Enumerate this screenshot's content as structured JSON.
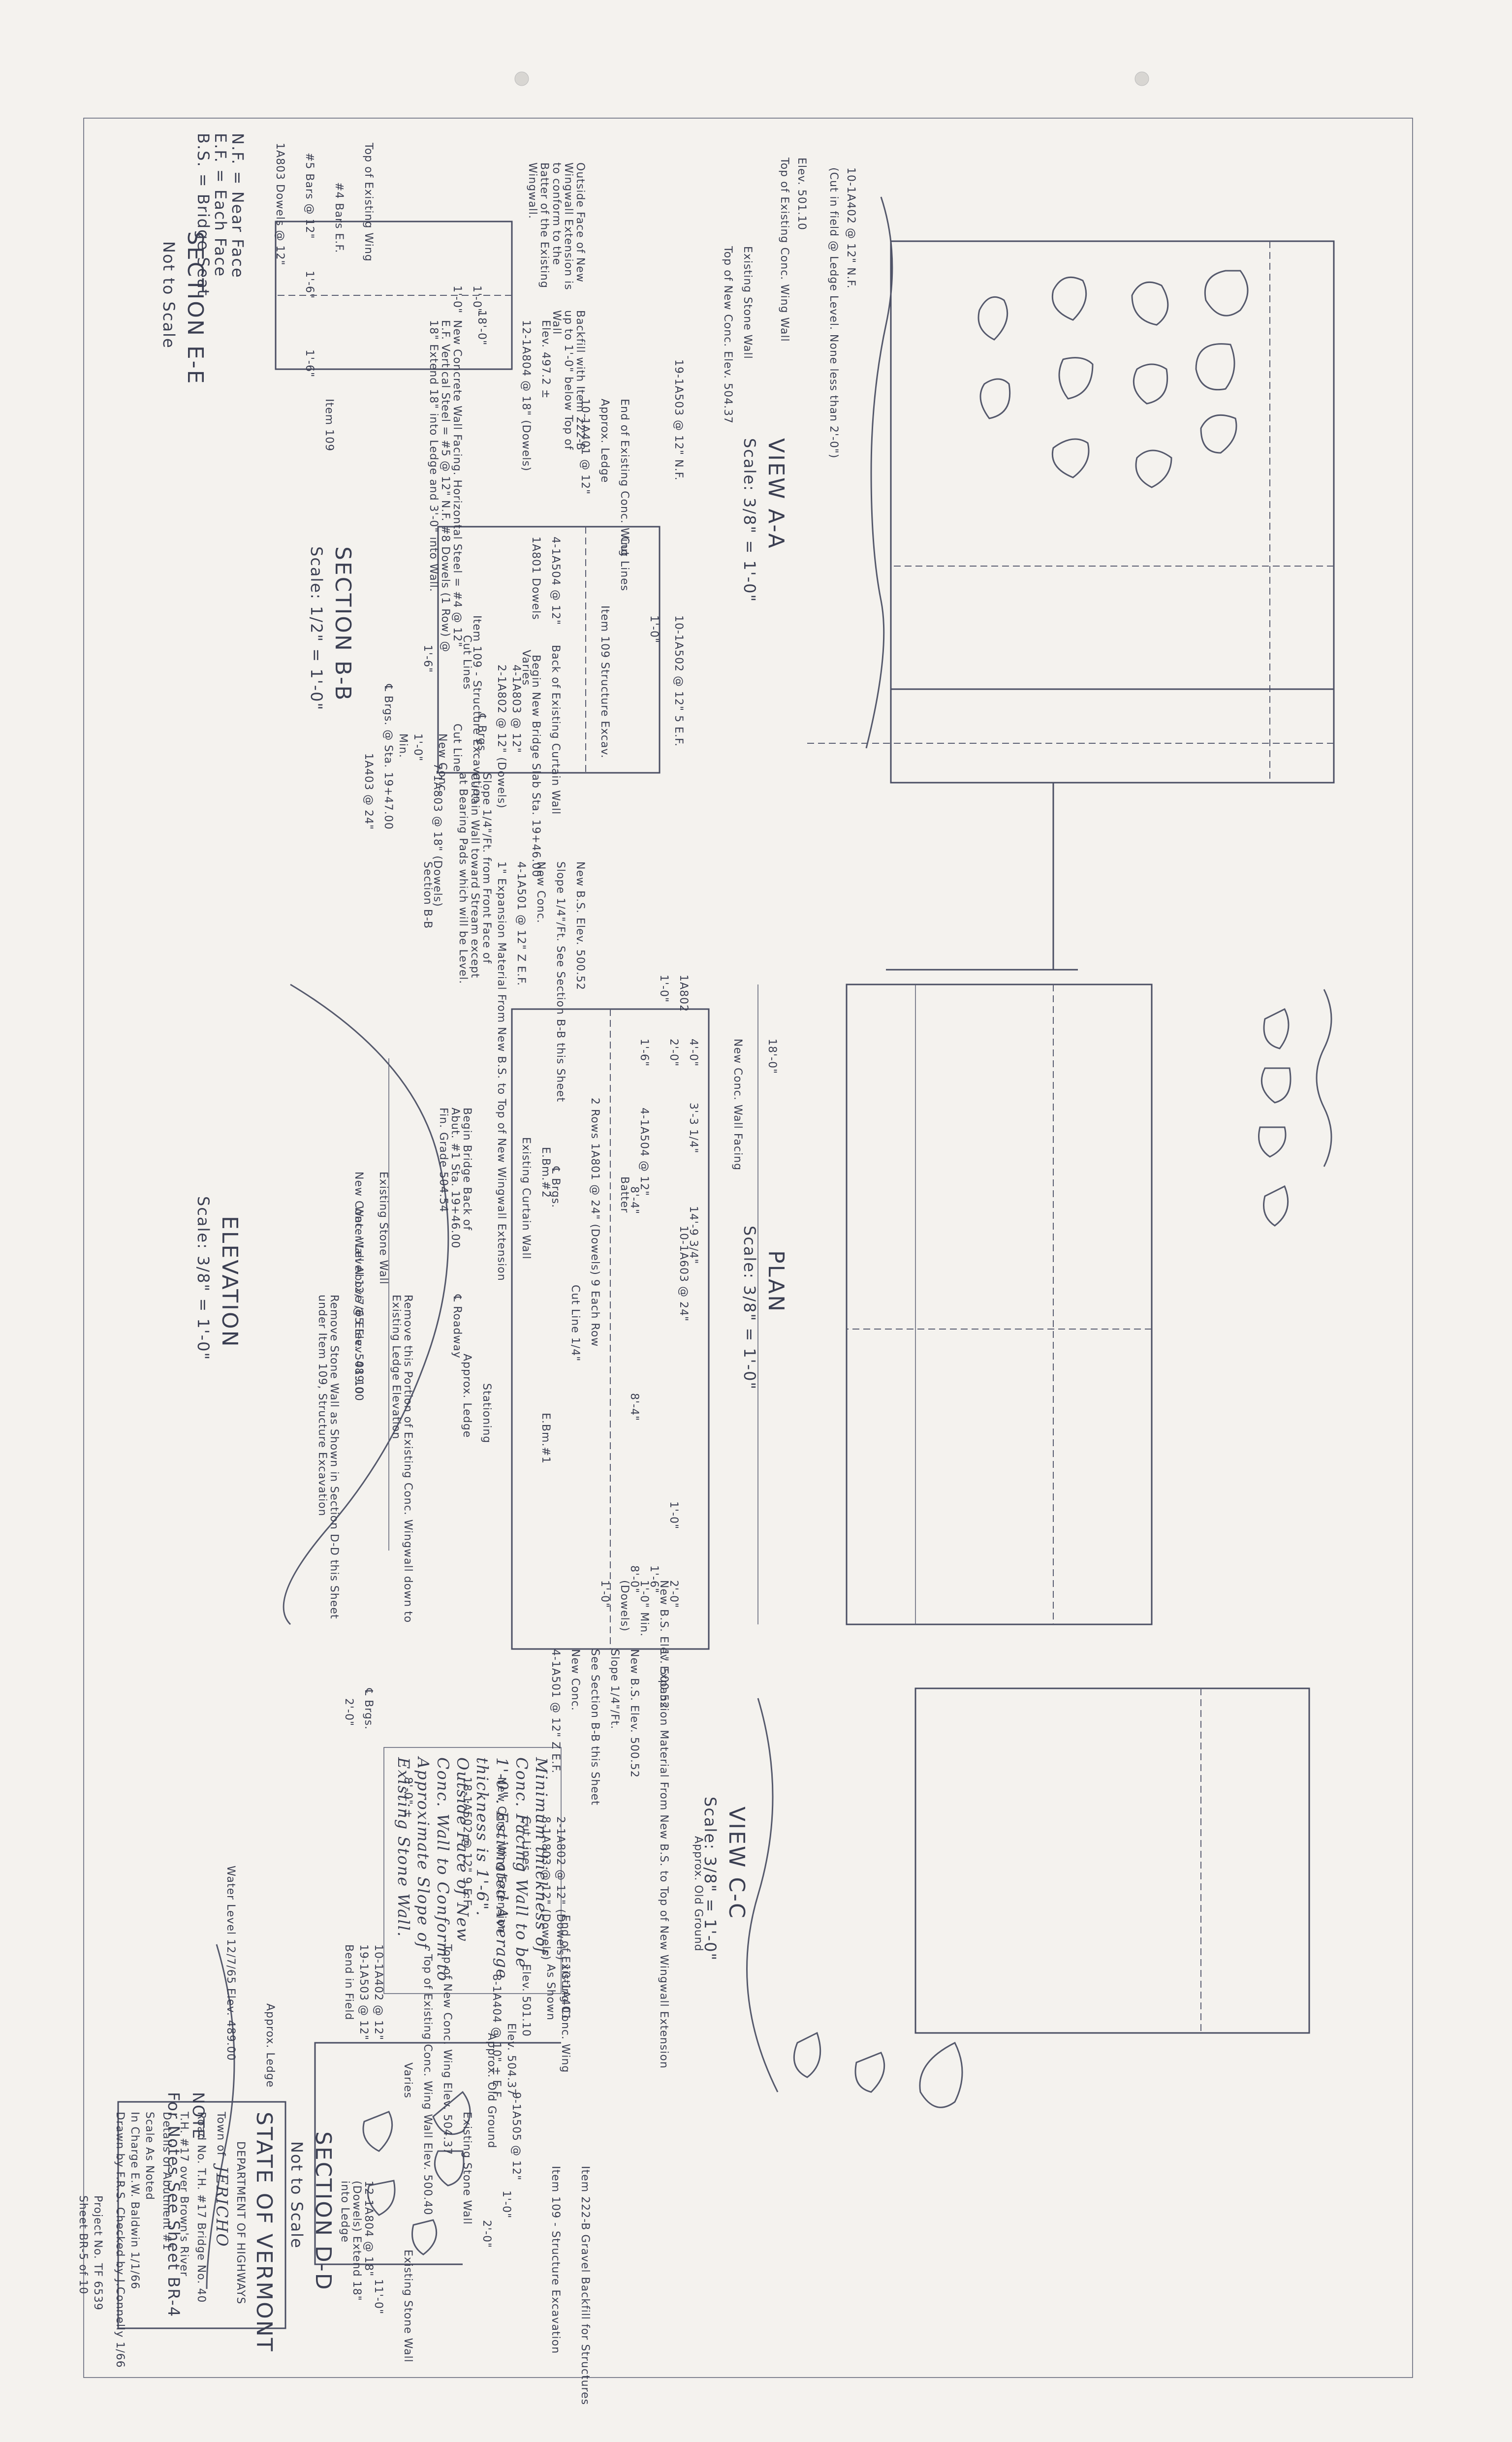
{
  "notes_abbrev": [
    "N.F. = Near Face",
    "E.F. = Each Face",
    "B.S. = Bridge Seat"
  ],
  "note": {
    "title": "NOTE",
    "text": "For Notes See Sheet BR-4"
  },
  "views": {
    "view_aa": {
      "title": "VIEW A-A",
      "scale": "Scale: 3/8\" = 1'-0\""
    },
    "plan": {
      "title": "PLAN",
      "scale": "Scale: 3/8\" = 1'-0\""
    },
    "view_cc": {
      "title": "VIEW C-C",
      "scale": "Scale: 3/8\" = 1'-0\""
    },
    "elevation": {
      "title": "ELEVATION",
      "scale": "Scale: 3/8\" = 1'-0\""
    },
    "section_bb": {
      "title": "SECTION B-B",
      "scale": "Scale: 1/2\" = 1'-0\""
    },
    "section_ee": {
      "title": "SECTION E-E",
      "scale": "Not to Scale"
    },
    "section_dd": {
      "title": "SECTION D-D",
      "scale": "Not to Scale"
    }
  },
  "view_aa_labels": {
    "rebar_top": "10-1A402 @ 12\" N.F.",
    "cut_note": "(Cut in field @ Ledge Level. None less than 2'-0\")",
    "elev_top": "Elev. 501.10",
    "top_existing_wing": "Top of Existing Conc. Wing Wall",
    "existing_stone_wall": "Existing Stone Wall",
    "top_new_wall": "Top of New Conc. Elev. 504.37",
    "rebar_ia503": "19-1A503 @ 12\" N.F.",
    "rebar_ia502": "10-1A502 @ 12\" 5 E.F.",
    "end_existing_wing": "End of Existing Conc. Wing",
    "approx_ledge": "Approx. Ledge",
    "rebar_ia401": "10-1A401 @ 12\"",
    "item_109": "Item 109 Structure Excav.",
    "back_curtain_wall": "Back of Existing Curtain Wall",
    "begin_slab": "Begin New Bridge Slab Sta. 19+46.00",
    "cl_brgs": "℄ Brgs.",
    "rebar_ia803": "4-1A803 @ 12\"",
    "rebar_ia802": "2-1A802 @ 12\" (Dowels)",
    "cut_lines": "Cut Lines",
    "cut_line": "Cut Line",
    "rebar_7ia803": "7-1A803 @ 18\" (Dowels)",
    "elev_4972": "Elev. 497.2 ±",
    "rebar_12ia804": "12-1A804 @ 18\" (Dowels)",
    "dim_18": "18'-0\"",
    "dim_1_6": "1'-6\"",
    "facing_note": "New Concrete Wall Facing. Horizontal Steel = #4 @ 12\" E.F. Vertical Steel = #5 @ 12\" N.F. #8 Dowels (1 Row) @ 18\" Extend 18\" into Ledge and 3'-0\" into Wall.",
    "sec_b": "Section B-B",
    "new_bs_elev": "New B.S. Elev. 500.52",
    "slope_note": "Slope 1/4\"/Ft. See Section B-B this Sheet",
    "new_conc": "New Conc.",
    "rebar_ia501": "4-1A501 @ 12\" Z E.F.",
    "expansion_note": "1\" Expansion Material From New B.S. to Top of New Wingwall Extension"
  },
  "plan_labels": {
    "dim_18": "18'-0\"",
    "new_conc_facing": "New Conc. Wall Facing",
    "dim_14_9": "14'-9 3/4\"",
    "dim_3_3": "3'-3 1/4\"",
    "dim_4_0": "4'-0\"",
    "dim_2_0": "2'-0\"",
    "dim_2_0b": "2'-0\"",
    "dim_1_0": "1'-0\"",
    "existing_stone_wall": "Existing Stone Wall",
    "new_conc_wall": "New Conc. Wall Above @ Elev. 501.10",
    "remove_stone": "Remove Stone Wall as Shown in Section D-D this Sheet under Item 109, Structure Excavation",
    "remove_wing": "Remove this Portion of Existing Conc. Wingwall down to Existing Ledge Elevation",
    "begin_bridge": "Begin Bridge Back of Abut. #1 Sta. 19+46.00 Fin. Grade 504.54",
    "existing_curtain": "Existing Curtain Wall",
    "cl_roadway": "℄ Roadway",
    "stationing": "Stationing",
    "batter": "Batter",
    "cl_brgs": "℄ Brgs.",
    "ebm1": "E.Bm.#2",
    "ebm2": "E.Bm.#1",
    "dim_8_4": "8'-4\"",
    "dim_8_4b": "8'-4\"",
    "dim_8_0": "8'-0\"",
    "dim_1_6": "1'-6\""
  },
  "view_cc_labels": {
    "cl_brgs": "℄ Brgs.",
    "dim_2_0": "2'-0\"",
    "dim_8_0": "8'-0\" ±",
    "rebar_ia502": "18-1A502 @ 12\" 9 E.F.",
    "new_conc_wing": "New Conc. Wing Extension",
    "top_new_wing": "Top of New Conc. Wing Elev. 504.37",
    "rebar_8ia404": "8-1A404 @ 10\" ± E.F.",
    "top_existing": "Top of Existing Conc. Wing Wall Elev. 500.40",
    "end_existing": "End of Existing Conc. Wing",
    "existing_stone": "Existing Stone Wall",
    "rebar_9ia505": "9-1A505 @ 12\"",
    "item_109": "Item 109 - Structure Excavation",
    "item_222": "Item 222-B Gravel Backfill for Structures",
    "new_bs": "New B.S. Elev. 500.52",
    "slope": "Slope 1/4\"/Ft.",
    "see_section": "See Section B-B this Sheet",
    "new_conc": "New Conc.",
    "rebar_ia501": "4-1A501 @ 12\" Z E.F.",
    "expansion": "1\" Expansion Material From New B.S. to Top of New Wingwall Extension",
    "cut_lines": "Cut Lines",
    "rebar_8ia803": "8-1A803 @ 12\" (Dowels)",
    "rebar_2ia802": "2-1A802 @ 12\" (Dowels)",
    "approx_ground": "Approx. Old Ground"
  },
  "elevation_labels": {
    "rebar_ia802": "1A802",
    "dim_1_0": "1'-0\"",
    "dim_1_6": "1'-6\"",
    "rebar_ia504": "4-1A504 @ 12\"",
    "rebar_ia603": "10-1A603 @ 24\"",
    "rows": "2 Rows 1A801 @ 24\" (Dowels) 9 Each Row",
    "cut_line": "Cut Line 1/4\"",
    "approx_ledge": "Approx. Ledge",
    "water_level": "Water Level 12/7/65 Elev. 489.00",
    "new_bs": "New B.S. Elev. 500.52",
    "min": "1'-0\" Min.",
    "dowels": "(Dowels)",
    "dim_1_0b": "1'-0\""
  },
  "section_bb_labels": {
    "item_109": "Item 109 - Structure Excavation",
    "varies": "Varies",
    "cut_lines": "Cut Lines",
    "rebar_ia504": "4-1A504 @ 12\"",
    "dowels": "1A801 Dowels",
    "cl_brgs": "℄ Brgs. @ Sta. 19+47.00",
    "rebar_ia403": "1A403 @ 24\"",
    "new_conc": "New Conc.",
    "slope_note": "Slope 1/4\"/Ft. from Front Face of Curtain Wall toward Stream except at Bearing Pads which will be Level.",
    "dim_1_0": "1'-0\"",
    "dim_1_0b": "1'-0\"",
    "min": "Min."
  },
  "section_ee_labels": {
    "top_existing_wing": "Top of Existing Wing",
    "rebar_4": "#4 Bars E.F.",
    "rebar_5": "#5 Bars @ 12\"",
    "dim_1_6a": "1'-6\"",
    "dim_1_6b": "1'-6\"",
    "dowels": "1A803 Dowels @ 12\"",
    "item_109": "Item 109",
    "dim_1_0a": "1'-0\"",
    "dim_1_0b": "1'-0\"",
    "outside_face": "Outside Face of New Wingwall Extension is to conform to the Batter of the Existing Wingwall.",
    "backfill": "Backfill with Item 222-B up to 1'-0\" below Top of Wall"
  },
  "section_dd_labels": {
    "rebar_ia401": "10-1A401",
    "as_shown": "As Shown",
    "elev_50110": "Elev. 501.10",
    "elev_50437": "Elev. 504.37",
    "approx_ground": "Approx. Old Ground",
    "dim_1_0": "1'-0\"",
    "dim_2_0": "2'-0\"",
    "varies": "Varies",
    "rebar_ia402": "10-1A402 @ 12\"",
    "rebar_ia503": "19-1A503 @ 12\"",
    "bend": "Bend in Field",
    "rebar_ia804": "12-1A804 @ 18\" (Dowels) Extend 18\" into Ledge",
    "dim_11_0": "11'-0\"",
    "existing_stone": "Existing Stone Wall",
    "approx_ledge": "Approx. Ledge",
    "water_level": "Water Level 12/7/65 Elev. 489.00"
  },
  "note_box": "Minimum thickness of Conc. Facing Wall to be 1'-0\". Estimated Average thickness is 1'-6\". Outside Face of New Conc. Wall to Conform to Approximate Slope of Existing Stone Wall.",
  "title_block": {
    "state": "STATE OF VERMONT",
    "dept": "DEPARTMENT OF HIGHWAYS",
    "town_label": "Town of",
    "town": "JERICHO",
    "road": "Road No. T.H. #17 Bridge No. 40",
    "crossing": "T.H. #17 over Brown's River",
    "details": "Details of Abutment #1",
    "scale": "Scale As Noted",
    "in_charge": "In Charge  E.W. Baldwin  1/1/66",
    "drawn": "Drawn by F.R.S.   Checked by J.Connelly  1/66",
    "project": "Project No. TF 6539",
    "sheet": "Sheet BR-5 of 10"
  }
}
